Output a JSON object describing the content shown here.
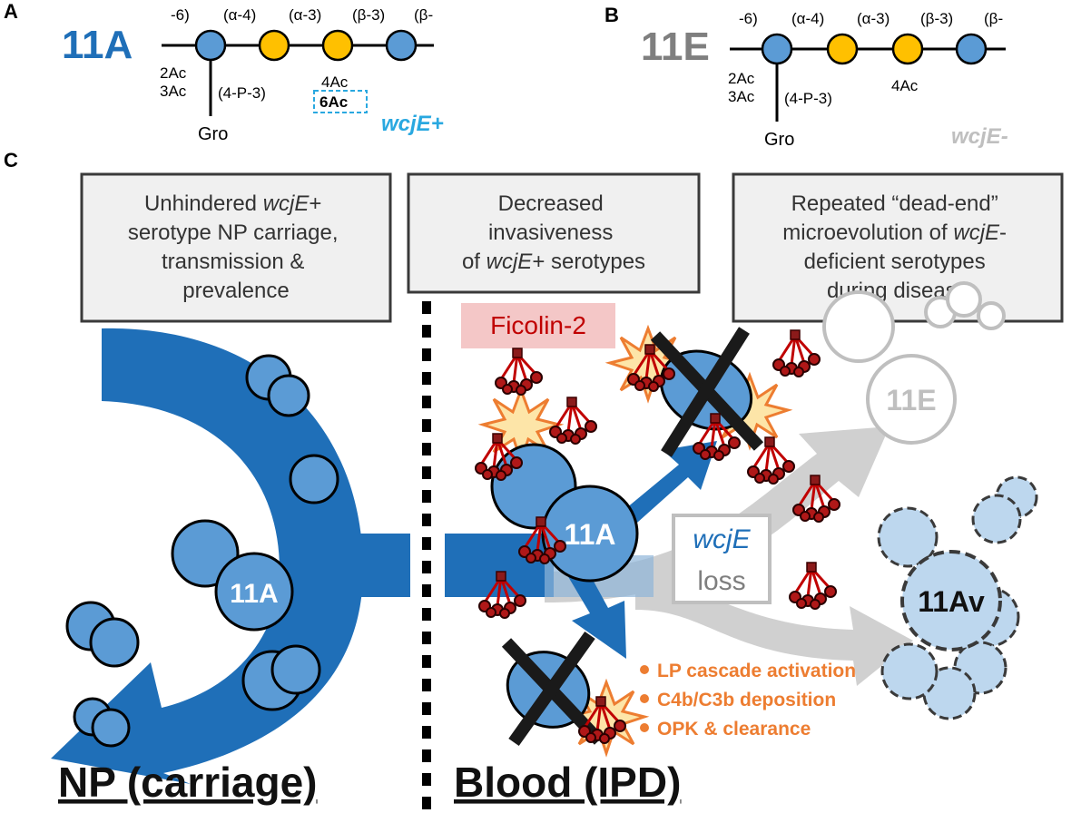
{
  "panel_a": {
    "letter": "A",
    "serotype": "11A",
    "linkages": [
      "-6)",
      "(α-4)",
      "(α-3)",
      "(β-3)",
      "(β-"
    ],
    "sub_2ac": "2Ac",
    "sub_3ac": "3Ac",
    "sub_4p3": "(4-P-3)",
    "sub_gro": "Gro",
    "sub_4ac": "4Ac",
    "sub_6ac": "6Ac",
    "gene": "wcjE+"
  },
  "panel_b": {
    "letter": "B",
    "serotype": "11E",
    "linkages": [
      "-6)",
      "(α-4)",
      "(α-3)",
      "(β-3)",
      "(β-"
    ],
    "sub_2ac": "2Ac",
    "sub_3ac": "3Ac",
    "sub_4p3": "(4-P-3)",
    "sub_gro": "Gro",
    "sub_4ac": "4Ac",
    "gene": "wcjE-"
  },
  "panel_c": {
    "letter": "C",
    "box1": [
      "Unhindered ",
      "wcjE",
      "+",
      "serotype NP carriage,",
      "transmission &",
      "prevalence"
    ],
    "box2": [
      "Decreased",
      "invasiveness",
      "of ",
      "wcjE",
      "+ serotypes"
    ],
    "box3": [
      "Repeated “dead-end”",
      "microevolution of ",
      "wcjE",
      "-",
      "deficient serotypes",
      "during disease"
    ],
    "ficolin": "Ficolin-2",
    "cell_11a_np": "11A",
    "cell_11a_blood": "11A",
    "cell_11e": "11E",
    "cell_11av": "11Av",
    "loss_gene": "wcjE",
    "loss_word": "loss",
    "effects": [
      "LP cascade activation",
      "C4b/C3b deposition",
      "OPK & clearance"
    ],
    "label_np": "NP (carriage)",
    "label_blood": "Blood (IPD)"
  },
  "colors": {
    "blue": "#1f6fb8",
    "cell_blue": "#5b9bd5",
    "yellow": "#ffc000",
    "light_blue": "#bdd7ee",
    "grey": "#7f7f7f",
    "orange": "#ed7d31",
    "cyan": "#29a8e0",
    "ficolin_red": "#c00000"
  }
}
